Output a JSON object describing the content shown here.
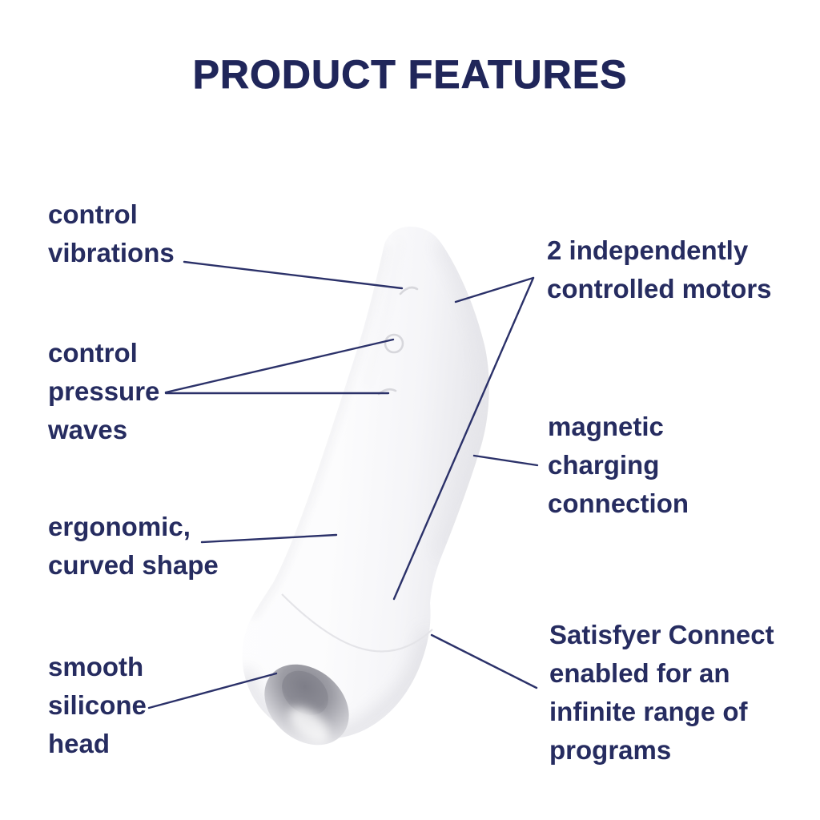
{
  "title": "PRODUCT FEATURES",
  "colors": {
    "navy_text": "#262c60",
    "title_navy": "#20265a",
    "connector_line": "#2b3169",
    "background": "#ffffff",
    "product_white": "#fdfdfe",
    "product_shadow": "#e7e7eb",
    "opening_deep_gray": "#7e7e88"
  },
  "features": {
    "left": [
      {
        "label": "control\nvibrations"
      },
      {
        "label": "control\npressure\nwaves"
      },
      {
        "label": "ergonomic,\ncurved shape"
      },
      {
        "label": "smooth\nsilicone\nhead"
      }
    ],
    "right": [
      {
        "label": "2 independently\ncontrolled motors"
      },
      {
        "label": "magnetic\ncharging\nconnection"
      },
      {
        "label": "Satisfyer Connect\nenabled for an\ninfinite range of\nprograms"
      }
    ]
  }
}
